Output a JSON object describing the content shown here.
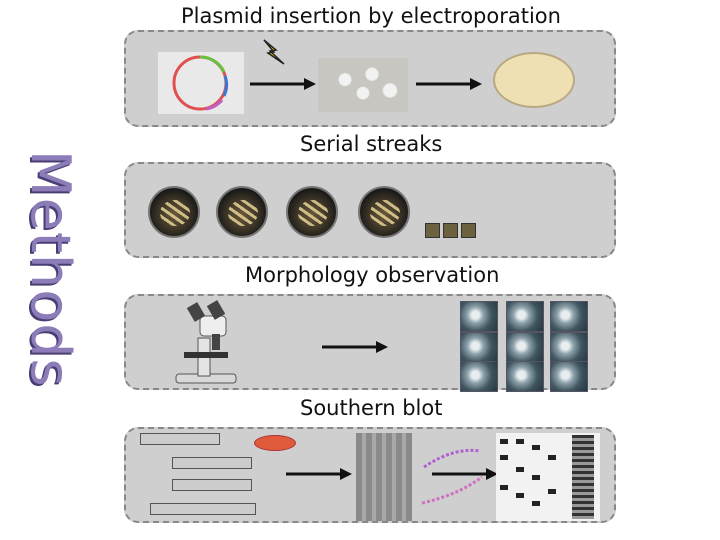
{
  "side_title": "Methods",
  "sections": [
    {
      "title": "Plasmid insertion by electroporation"
    },
    {
      "title": "Serial streaks"
    },
    {
      "title": "Morphology observation"
    },
    {
      "title": "Southern blot"
    }
  ],
  "colors": {
    "panel": "#cfcfcf",
    "side_title": "#8c7cb8",
    "arrow": "#111111"
  },
  "icons": [
    "plasmid-icon",
    "lightning-icon",
    "cell-culture-icon",
    "agar-plate-icon",
    "streak-plate-icon",
    "microscope-icon",
    "colony-image-icon",
    "dna-fragment-icon",
    "gel-icon",
    "probe-sequence-icon",
    "blot-image-icon"
  ]
}
